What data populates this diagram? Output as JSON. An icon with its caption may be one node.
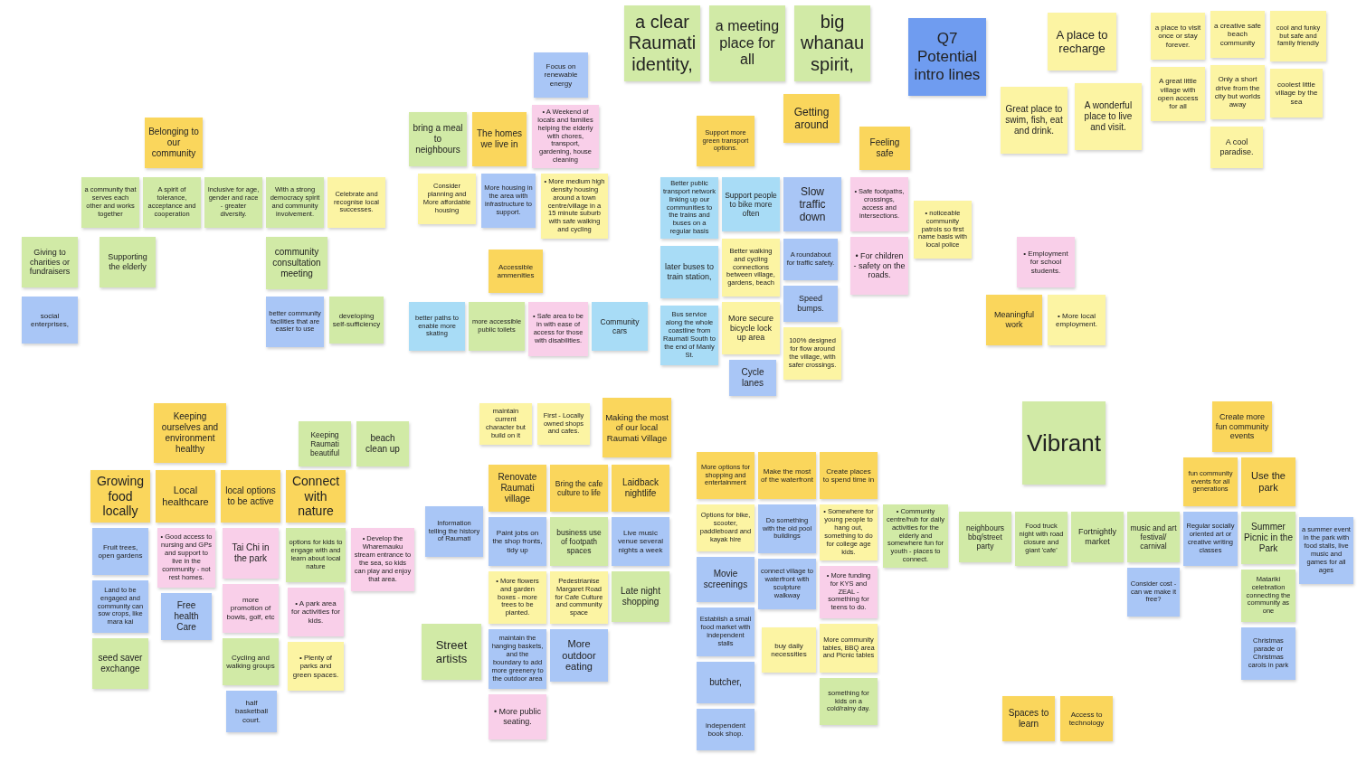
{
  "diagram": {
    "nodes": [
      {
        "text": [
          "a clear Raumati identity,"
        ]
      },
      {
        "text": [
          "a meeting place for all"
        ]
      },
      {
        "text": [
          "big whanau spirit,"
        ]
      },
      {
        "text": [
          "Belonging to our community"
        ]
      },
      {
        "text": [
          "a community that serves each other and works together"
        ]
      },
      {
        "text": [
          "A spirit of tolerance, acceptance and cooperation"
        ]
      },
      {
        "text": [
          "Inclusive for age, gender and race - greater diversity."
        ]
      },
      {
        "text": [
          "With a strong democracy spirit and community involvement."
        ]
      },
      {
        "text": [
          "Celebrate and recognise local successes."
        ]
      },
      {
        "text": [
          "Giving to charities or fundraisers"
        ]
      },
      {
        "text": [
          "Supporting the elderly"
        ]
      },
      {
        "text": [
          "community consultation meeting"
        ]
      },
      {
        "text": [
          "social enterprises,"
        ]
      },
      {
        "text": [
          "better community facilities that are easier to use"
        ]
      },
      {
        "text": [
          "developing self-sufficiency"
        ]
      },
      {
        "text": [
          "Focus on renewable energy"
        ]
      },
      {
        "text": [
          "bring a meal to neighbours"
        ]
      },
      {
        "text": [
          "The homes we live in"
        ]
      },
      {
        "text": [
          "• A Weekend of locals and families helping the elderly with chores, transport, gardening, house cleaning"
        ]
      },
      {
        "text": [
          "Consider planning and More affordable housing"
        ]
      },
      {
        "text": [
          "More housing in the area with infrastructure to support."
        ]
      },
      {
        "text": [
          "• More medium high density housing around a town centre/village in a 15 minute suburb with safe walking and cycling"
        ]
      },
      {
        "text": [
          "Accessible ammenities"
        ]
      },
      {
        "text": [
          "better paths to enable more skating"
        ]
      },
      {
        "text": [
          "more accessible public toilets"
        ]
      },
      {
        "text": [
          "• Safe area to be in with ease of access for those with disabilities."
        ]
      },
      {
        "text": [
          "Community cars"
        ]
      },
      {
        "text": [
          "Getting around"
        ]
      },
      {
        "text": [
          "Support more green transport options."
        ]
      },
      {
        "text": [
          "Better public transport network linking up our communities to the trains and buses on a regular basis"
        ]
      },
      {
        "text": [
          "Support people to bike more often"
        ]
      },
      {
        "text": [
          "Slow traffic down"
        ]
      },
      {
        "text": [
          "later buses to train station,"
        ]
      },
      {
        "text": [
          "Better walking and cycling connections between village, gardens, beach"
        ]
      },
      {
        "text": [
          "A roundabout for traffic safety."
        ]
      },
      {
        "text": [
          "Bus service along the whole coastline from Raumati South to the end of Manly St."
        ]
      },
      {
        "text": [
          "More secure bicycle lock up area"
        ]
      },
      {
        "text": [
          "Speed bumps."
        ]
      },
      {
        "text": [
          "100% designed for flow around the village, with safer crossings."
        ]
      },
      {
        "text": [
          "Cycle lanes"
        ]
      },
      {
        "text": [
          "Feeling safe"
        ]
      },
      {
        "text": [
          "• Safe footpaths, crossings, access and intersections."
        ]
      },
      {
        "text": [
          "• noticeable community patrols so first name basis with local police"
        ]
      },
      {
        "text": [
          "• For children - safety on the roads."
        ]
      },
      {
        "text": [
          "Q7 Potential intro lines"
        ]
      },
      {
        "text": [
          "A place to recharge"
        ]
      },
      {
        "text": [
          "a place to visit once or stay forever."
        ]
      },
      {
        "text": [
          "a creative safe beach community"
        ]
      },
      {
        "text": [
          "cool and funky but safe and family friendly"
        ]
      },
      {
        "text": [
          "A great little village with open access for all"
        ]
      },
      {
        "text": [
          "Only a short drive from the city but worlds away"
        ]
      },
      {
        "text": [
          "coolest little village by the sea"
        ]
      },
      {
        "text": [
          "Great place to swim, fish, eat and drink."
        ]
      },
      {
        "text": [
          "A wonderful place to live and visit."
        ]
      },
      {
        "text": [
          "A cool paradise."
        ]
      },
      {
        "text": [
          "• Employment for school students."
        ]
      },
      {
        "text": [
          "Meaningful work"
        ]
      },
      {
        "text": [
          "• More local employment."
        ]
      },
      {
        "text": [
          "Keeping ourselves and environment healthy"
        ]
      },
      {
        "text": [
          "Keeping Raumati beautiful"
        ]
      },
      {
        "text": [
          "beach clean up"
        ]
      },
      {
        "text": [
          "Growing food locally"
        ]
      },
      {
        "text": [
          "Local healthcare"
        ]
      },
      {
        "text": [
          "local options to be active"
        ]
      },
      {
        "text": [
          "Connect with nature"
        ]
      },
      {
        "text": [
          "Fruit trees, open gardens"
        ]
      },
      {
        "text": [
          "• Good access to nursing and GPs and support to live in the community - not rest homes."
        ]
      },
      {
        "text": [
          "Tai Chi in the park"
        ]
      },
      {
        "text": [
          "options for kids to engage with and learn about local nature"
        ]
      },
      {
        "text": [
          "• Develop the Wharemauku stream entrance to the sea, so kids can play and enjoy that area."
        ]
      },
      {
        "text": [
          "Land to be engaged and community can sow crops, like mara kai"
        ]
      },
      {
        "text": [
          "Free health Care"
        ]
      },
      {
        "text": [
          "more promotion of bowls, golf, etc"
        ]
      },
      {
        "text": [
          "• A park area for activities for kids."
        ]
      },
      {
        "text": [
          "seed saver exchange"
        ]
      },
      {
        "text": [
          "Cycling and walking groups"
        ]
      },
      {
        "text": [
          "• Plenty of parks and green spaces."
        ]
      },
      {
        "text": [
          "half basketball court."
        ]
      },
      {
        "text": [
          "maintain current character but build on it"
        ]
      },
      {
        "text": [
          "First - Locally owned shops and cafes."
        ]
      },
      {
        "text": [
          "Making the most of our local Raumati Village"
        ]
      },
      {
        "text": [
          "Renovate Raumati village"
        ]
      },
      {
        "text": [
          "Bring the cafe culture to life"
        ]
      },
      {
        "text": [
          "Laidback nightlife"
        ]
      },
      {
        "text": [
          "Information telling the history of Raumati"
        ]
      },
      {
        "text": [
          "Paint jobs on the shop fronts, tidy up"
        ]
      },
      {
        "text": [
          "business use of footpath spaces"
        ]
      },
      {
        "text": [
          "Live music venue several nights a week"
        ]
      },
      {
        "text": [
          "• More flowers and garden boxes - more trees to be planted."
        ]
      },
      {
        "text": [
          "Pedestrianise Margaret Road for Cafe Culture and community space"
        ]
      },
      {
        "text": [
          "Late night shopping"
        ]
      },
      {
        "text": [
          "Street artists"
        ]
      },
      {
        "text": [
          "maintain the hanging baskets, and the boundary to add more greenery to the outdoor area"
        ]
      },
      {
        "text": [
          "More outdoor eating"
        ]
      },
      {
        "text": [
          "• More public seating."
        ]
      },
      {
        "text": [
          "More options for shopping and entertainment"
        ]
      },
      {
        "text": [
          "Make the most of the waterfront"
        ]
      },
      {
        "text": [
          "Create places to spend time in"
        ]
      },
      {
        "text": [
          "Options for bike, scooter, paddleboard and kayak hire"
        ]
      },
      {
        "text": [
          "Do something with the old pool buildings"
        ]
      },
      {
        "text": [
          "• Somewhere for young people to hang out, something to do for college age kids."
        ]
      },
      {
        "text": [
          "• Community centre/hub for daily activities for the elderly and somewhere fun for youth - places to connect."
        ]
      },
      {
        "text": [
          "Movie screenings"
        ]
      },
      {
        "text": [
          "connect village to waterfront with sculpture walkway"
        ]
      },
      {
        "text": [
          "• More funding for KYS and ZEAL - something for teens to do."
        ]
      },
      {
        "text": [
          "Establish a small food market with independent stalls"
        ]
      },
      {
        "text": [
          "buy daily necessities"
        ]
      },
      {
        "text": [
          "More community tables, BBQ area and Picnic tables"
        ]
      },
      {
        "text": [
          "something for kids on a cold/rainy day."
        ]
      },
      {
        "text": [
          "butcher,"
        ]
      },
      {
        "text": [
          "independent book shop."
        ]
      },
      {
        "text": [
          "Vibrant"
        ]
      },
      {
        "text": [
          "Create more fun community events"
        ]
      },
      {
        "text": [
          "fun community events for all generations"
        ]
      },
      {
        "text": [
          "Use the park"
        ]
      },
      {
        "text": [
          "neighbours bbq/street party"
        ]
      },
      {
        "text": [
          "Food truck night with road closure and giant 'cafe'"
        ]
      },
      {
        "text": [
          "Fortnightly market"
        ]
      },
      {
        "text": [
          "music and art festival/ carnival"
        ]
      },
      {
        "text": [
          "Regular socially oriented art or creative writing classes"
        ]
      },
      {
        "text": [
          "Summer Picnic in the Park"
        ]
      },
      {
        "text": [
          "a summer event in the park with food stalls, live music and games for all ages"
        ]
      },
      {
        "text": [
          "Consider cost - can we make it free?"
        ]
      },
      {
        "text": [
          "Matariki celebration connecting the community as one"
        ]
      },
      {
        "text": [
          "Christmas parade or Christmas carols in park"
        ]
      },
      {
        "text": [
          "Spaces to learn"
        ]
      },
      {
        "text": [
          "Access to technology"
        ]
      }
    ]
  }
}
